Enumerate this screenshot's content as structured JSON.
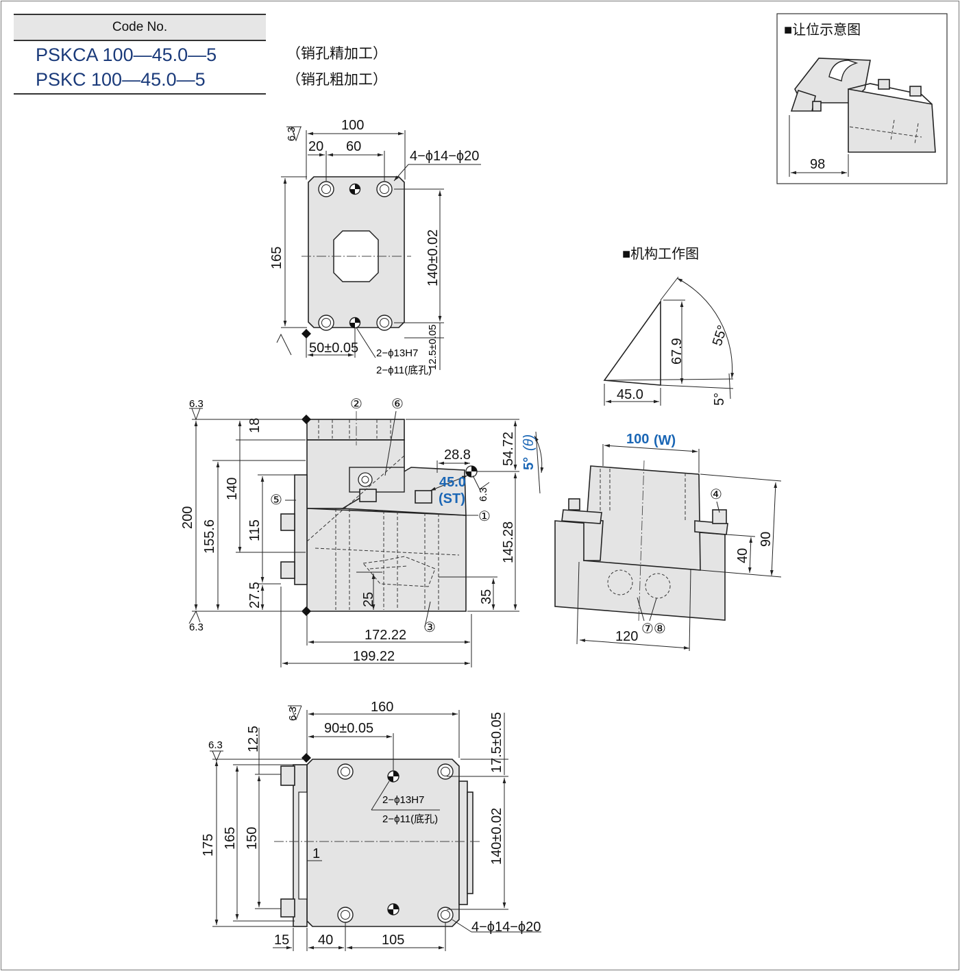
{
  "code_table": {
    "header": "Code No.",
    "rows": [
      {
        "code": "PSKCA 100—45.0—5",
        "note": "（销孔精加工）"
      },
      {
        "code": "PSKC 100—45.0—5",
        "note": "（销孔粗加工）"
      }
    ]
  },
  "insets": {
    "clearance_title": "■让位示意图",
    "clearance_dim": "98",
    "mechanism_title": "■机构工作图",
    "mechanism_dims": [
      "67.9",
      "45.0",
      "55°",
      "5°"
    ]
  },
  "top_view": {
    "dims": [
      "100",
      "20",
      "60",
      "165",
      "140±0.02",
      "50±0.05",
      "12.5±0.05"
    ],
    "holes": [
      "4−ϕ14−ϕ20",
      "2−ϕ13H7",
      "2−ϕ11(底孔)"
    ],
    "roughness": "6.3"
  },
  "front_view": {
    "dims": [
      "18",
      "140",
      "115",
      "200",
      "155.6",
      "27.5",
      "25",
      "35",
      "145.28",
      "54.72",
      "28.8",
      "172.22",
      "199.22"
    ],
    "stroke": "45.0",
    "stroke_label": "(ST)",
    "angle": "5°",
    "angle_label": "(θ)",
    "parts": [
      "①",
      "②",
      "③",
      "⑤",
      "⑥"
    ]
  },
  "side_view": {
    "width": "100",
    "width_label": "(W)",
    "dims": [
      "90",
      "40",
      "120"
    ],
    "parts": [
      "④",
      "⑦⑧"
    ]
  },
  "bottom_view": {
    "dims": [
      "160",
      "90±0.05",
      "12.5",
      "17.5±0.05",
      "175",
      "165",
      "150",
      "140±0.02",
      "1",
      "15",
      "40",
      "105"
    ],
    "holes": [
      "2−ϕ13H7",
      "2−ϕ11(底孔)",
      "4−ϕ14−ϕ20"
    ]
  }
}
